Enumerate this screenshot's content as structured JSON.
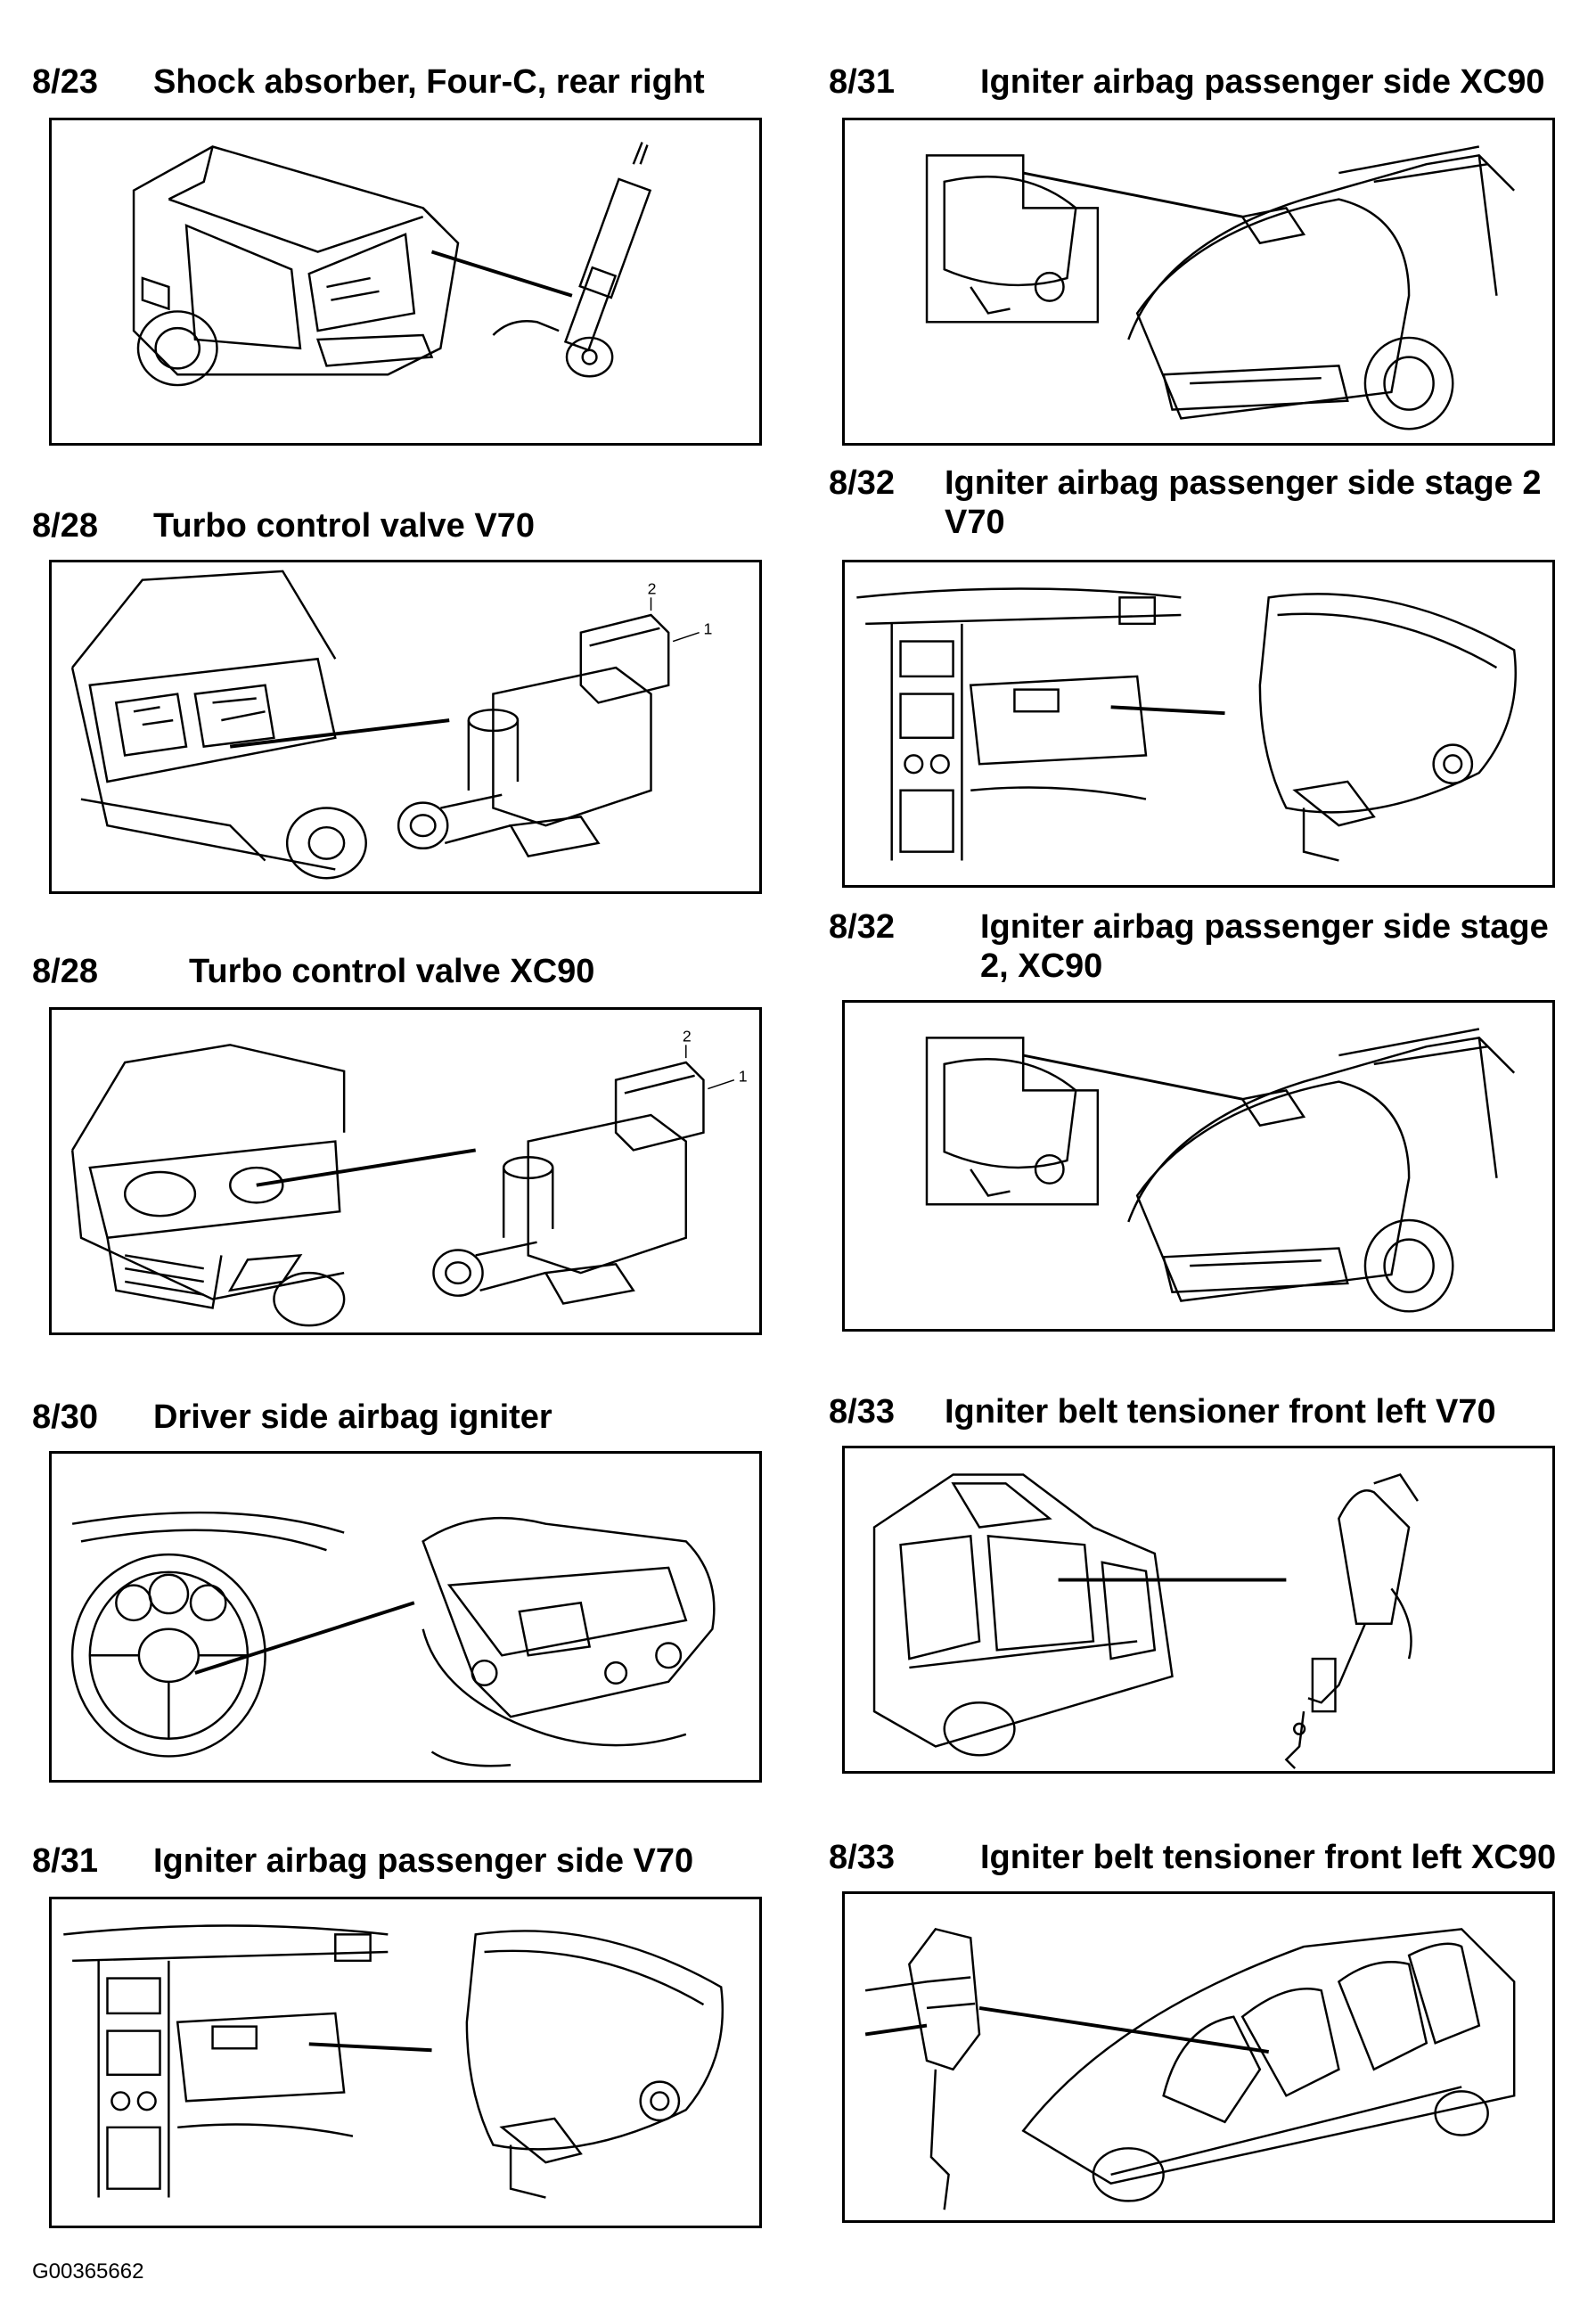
{
  "sections": [
    {
      "number": "8/23",
      "title": "Shock absorber, Four-C, rear right",
      "icon": "shock-absorber-illustration"
    },
    {
      "number": "8/28",
      "title": "Turbo control valve V70",
      "icon": "turbo-control-valve-illustration",
      "callouts": [
        "2",
        "1"
      ]
    },
    {
      "number": "8/28",
      "title": "Turbo control valve XC90",
      "icon": "turbo-control-valve-illustration",
      "callouts": [
        "2",
        "1"
      ]
    },
    {
      "number": "8/30",
      "title": "Driver side airbag igniter",
      "icon": "steering-wheel-airbag-illustration"
    },
    {
      "number": "8/31",
      "title": "Igniter airbag passenger side V70",
      "icon": "passenger-airbag-illustration"
    },
    {
      "number": "8/31",
      "title": "Igniter airbag passenger side XC90",
      "icon": "passenger-airbag-illustration"
    },
    {
      "number": "8/32",
      "title": "Igniter airbag passenger side stage 2\nV70",
      "icon": "passenger-airbag-illustration"
    },
    {
      "number": "8/32",
      "title": "Igniter airbag passenger side stage\n2, XC90",
      "icon": "passenger-airbag-illustration"
    },
    {
      "number": "8/33",
      "title": "Igniter belt tensioner front left V70",
      "icon": "belt-tensioner-illustration"
    },
    {
      "number": "8/33",
      "title": "Igniter belt tensioner front left XC90",
      "icon": "belt-tensioner-illustration"
    }
  ],
  "footer": {
    "code": "G00365662"
  }
}
